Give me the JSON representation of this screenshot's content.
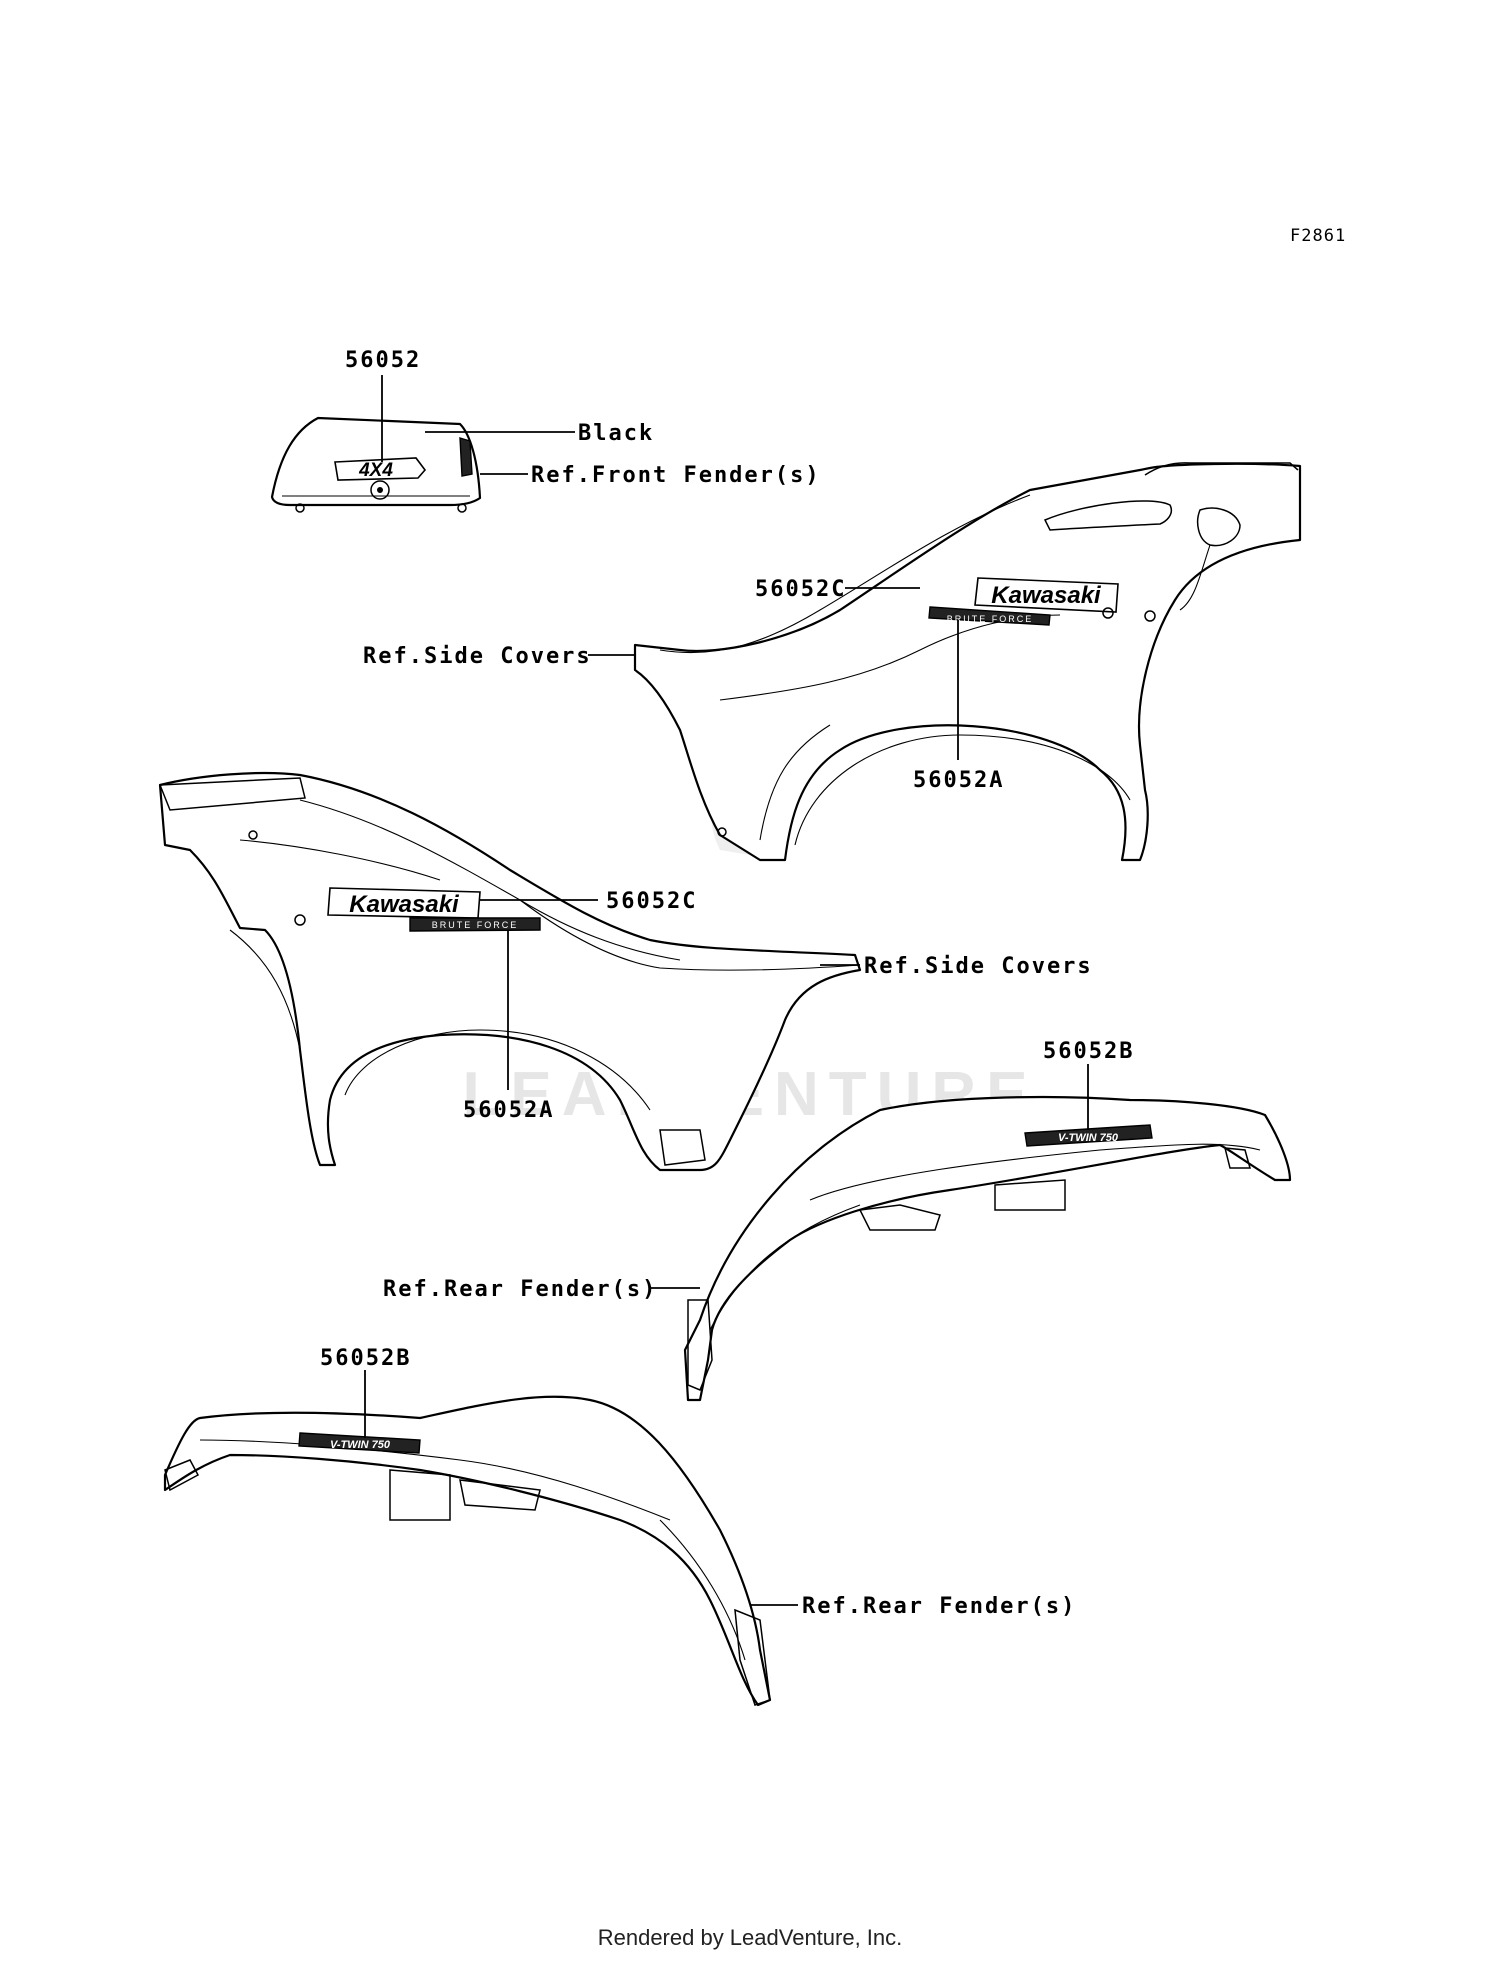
{
  "figure_code": "F2861",
  "footer": "Rendered by LeadVenture, Inc.",
  "watermark_text": "LEADVENTURE",
  "labels": {
    "front_part": "56052",
    "black": "Black",
    "ref_front_fender": "Ref.Front Fender(s)",
    "right_56052C": "56052C",
    "right_ref_side_covers": "Ref.Side Covers",
    "right_56052A": "56052A",
    "left_56052C": "56052C",
    "left_ref_side_covers": "Ref.Side Covers",
    "left_56052A": "56052A",
    "rear_right_56052B": "56052B",
    "rear_right_ref_rear_fender": "Ref.Rear Fender(s)",
    "rear_left_56052B": "56052B",
    "rear_left_ref_rear_fender": "Ref.Rear Fender(s)"
  },
  "decals": {
    "four_by_four": "4X4",
    "kawasaki": "Kawasaki",
    "brute_force": "BRUTE FORCE",
    "vtwin": "V-TWIN 750"
  }
}
